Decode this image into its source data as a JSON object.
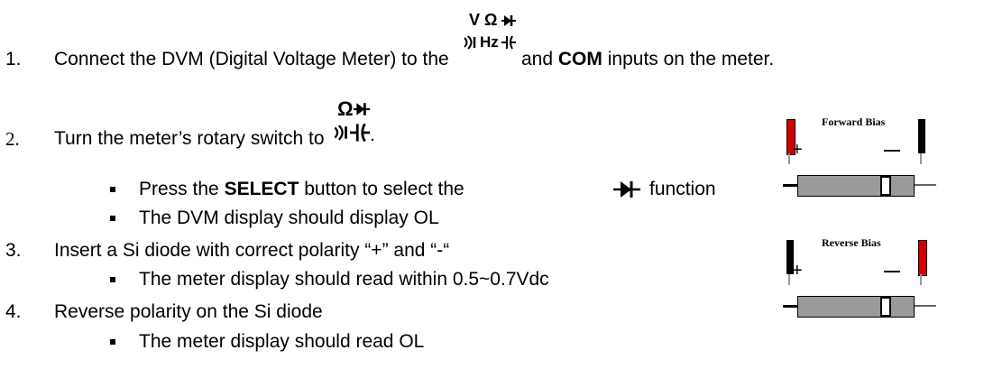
{
  "steps": [
    {
      "number": "1.",
      "text_before": "Connect the DVM (Digital Voltage Meter) to the",
      "symbol_top": "V Ω",
      "symbol_bottom": "Hz",
      "text_bold": "COM",
      "text_between": "and",
      "text_after": "inputs on the meter."
    },
    {
      "number": "2.",
      "text": "Turn the meter’s rotary switch to",
      "symbol_top": "Ω",
      "end": ".",
      "bullets": [
        {
          "pre": "Press the",
          "bold": "SELECT",
          "mid": "button to select the",
          "post": "function"
        },
        {
          "text": "The DVM display should display OL"
        }
      ]
    },
    {
      "number": "3.",
      "text": "Insert a Si diode with correct polarity “+” and “-“",
      "bullets": [
        {
          "text": "The meter display should read within 0.5~0.7Vdc"
        }
      ]
    },
    {
      "number": "4.",
      "text": "Reverse polarity on the Si diode",
      "bullets": [
        {
          "text": "The meter display should read OL"
        }
      ]
    }
  ],
  "figures": [
    {
      "title": "Forward Bias",
      "plus": "+",
      "minus": "—",
      "left_lead_color": "#d10000",
      "right_lead_color": "#000000"
    },
    {
      "title": "Reverse Bias",
      "plus": "+",
      "minus": "—",
      "left_lead_color": "#000000",
      "right_lead_color": "#d10000"
    }
  ],
  "colors": {
    "text": "#000000",
    "diode_body": "#9a9a9a",
    "lead_red": "#d10000"
  }
}
